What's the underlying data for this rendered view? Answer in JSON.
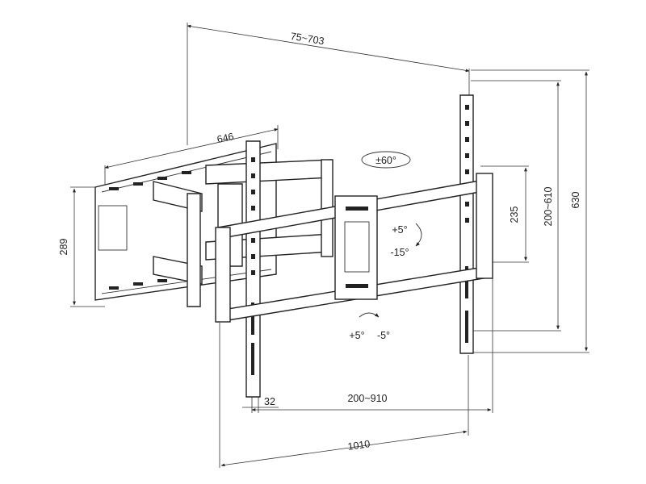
{
  "dimensions": {
    "top_width": "75~703",
    "plate_width": "646",
    "wall_plate_height": "289",
    "vesa_height_inner": "235",
    "vesa_height_range": "200~610",
    "overall_height": "630",
    "offset": "32",
    "vesa_width_range": "200~910",
    "overall_width": "1010"
  },
  "annotations": {
    "swivel": "±60°",
    "tilt_up": "+5°",
    "tilt_down": "-15°",
    "level_plus": "+5°",
    "level_minus": "-5°"
  }
}
